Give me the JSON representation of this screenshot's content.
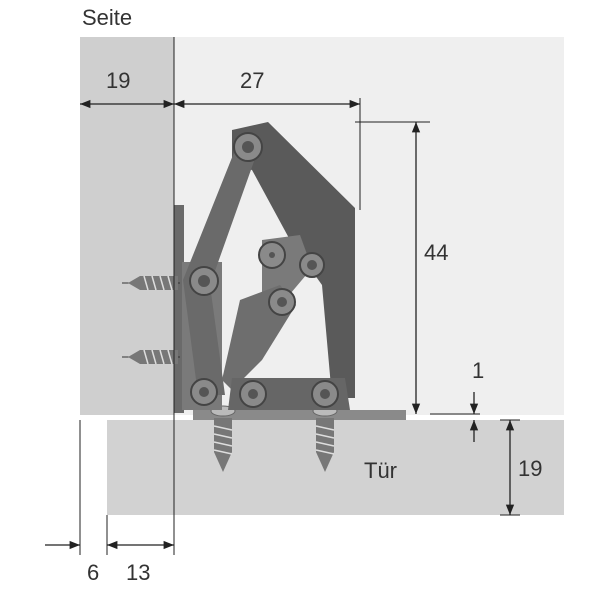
{
  "labels": {
    "side": "Seite",
    "door": "Tür"
  },
  "dimensions": {
    "side_thickness": "19",
    "hinge_depth": "27",
    "hinge_height": "44",
    "gap": "1",
    "door_thickness": "19",
    "offset_a": "6",
    "offset_b": "13"
  },
  "colors": {
    "background": "#ffffff",
    "side_panel": "#cfcfcf",
    "back_area": "#efefef",
    "door_panel": "#d2d2d2",
    "hinge_dark": "#5a5a5a",
    "hinge_mid": "#7a7a7a",
    "hinge_light": "#9a9a9a",
    "line": "#222222"
  }
}
